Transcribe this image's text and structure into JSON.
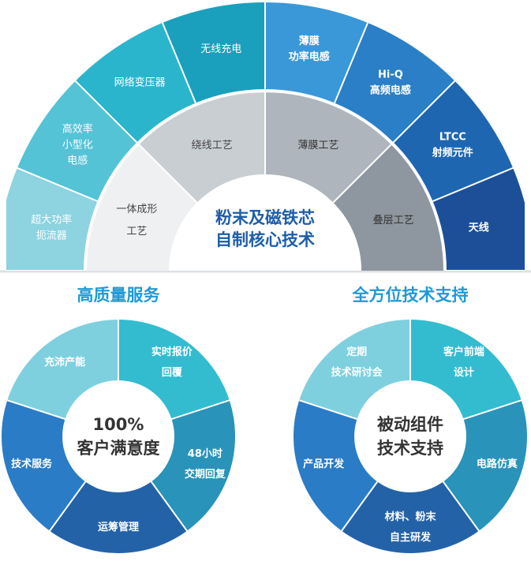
{
  "top": {
    "center_lines": [
      "粉末及磁铁芯",
      "自制核心技术"
    ],
    "inner_ring": [
      {
        "lines": [
          "一体成形",
          "工艺"
        ],
        "color": "#eef0f2",
        "text_color": "#444444"
      },
      {
        "lines": [
          "绕线工艺"
        ],
        "color": "#c9ced3",
        "text_color": "#444444"
      },
      {
        "lines": [
          "薄膜工艺"
        ],
        "color": "#aeb5bc",
        "text_color": "#333333"
      },
      {
        "lines": [
          "叠层工艺"
        ],
        "color": "#8e979f",
        "text_color": "#333333"
      }
    ],
    "outer_ring": [
      {
        "lines": [
          "超大功率",
          "扼流器"
        ],
        "color": "#8dd3e0"
      },
      {
        "lines": [
          "高效率",
          "小型化",
          "电感"
        ],
        "color": "#55c3d6"
      },
      {
        "lines": [
          "网络变压器"
        ],
        "color": "#2bb5cd"
      },
      {
        "lines": [
          "无线充电"
        ],
        "color": "#1aa0bc"
      },
      {
        "lines": [
          "薄膜",
          "功率电感"
        ],
        "color": "#3a98d8"
      },
      {
        "lines": [
          "Hi-Q",
          "高频电感"
        ],
        "color": "#2a7fc6"
      },
      {
        "lines": [
          "LTCC",
          "射频元件"
        ],
        "color": "#1f66b1"
      },
      {
        "lines": [
          "天线"
        ],
        "color": "#1c4f98"
      }
    ]
  },
  "left": {
    "title": "高质量服务",
    "center_lines": [
      "100%",
      "客户满意度"
    ],
    "segments": [
      {
        "lines": [
          "实时报价",
          "回覆"
        ],
        "color": "#33bcd0"
      },
      {
        "lines": [
          "48小时",
          "交期回复"
        ],
        "color": "#2a93ba"
      },
      {
        "lines": [
          "运筹管理"
        ],
        "color": "#2462a8"
      },
      {
        "lines": [
          "技术服务"
        ],
        "color": "#2a7cc6"
      },
      {
        "lines": [
          "充沛产能"
        ],
        "color": "#7ed0df"
      }
    ]
  },
  "right": {
    "title": "全方位技术支持",
    "center_lines": [
      "被动组件",
      "技术支持"
    ],
    "segments": [
      {
        "lines": [
          "客户前端",
          "设计"
        ],
        "color": "#33bcd0"
      },
      {
        "lines": [
          "电路仿真"
        ],
        "color": "#2a93ba"
      },
      {
        "lines": [
          "材料、粉末",
          "自主研发"
        ],
        "color": "#2462a8"
      },
      {
        "lines": [
          "产品开发"
        ],
        "color": "#2a7cc6"
      },
      {
        "lines": [
          "定期",
          "技术研讨会"
        ],
        "color": "#7ed0df"
      }
    ]
  },
  "colors": {
    "title_blue": "#1e9ad6",
    "center_text": "#1d5ea8",
    "separator": "#dde1e5"
  }
}
